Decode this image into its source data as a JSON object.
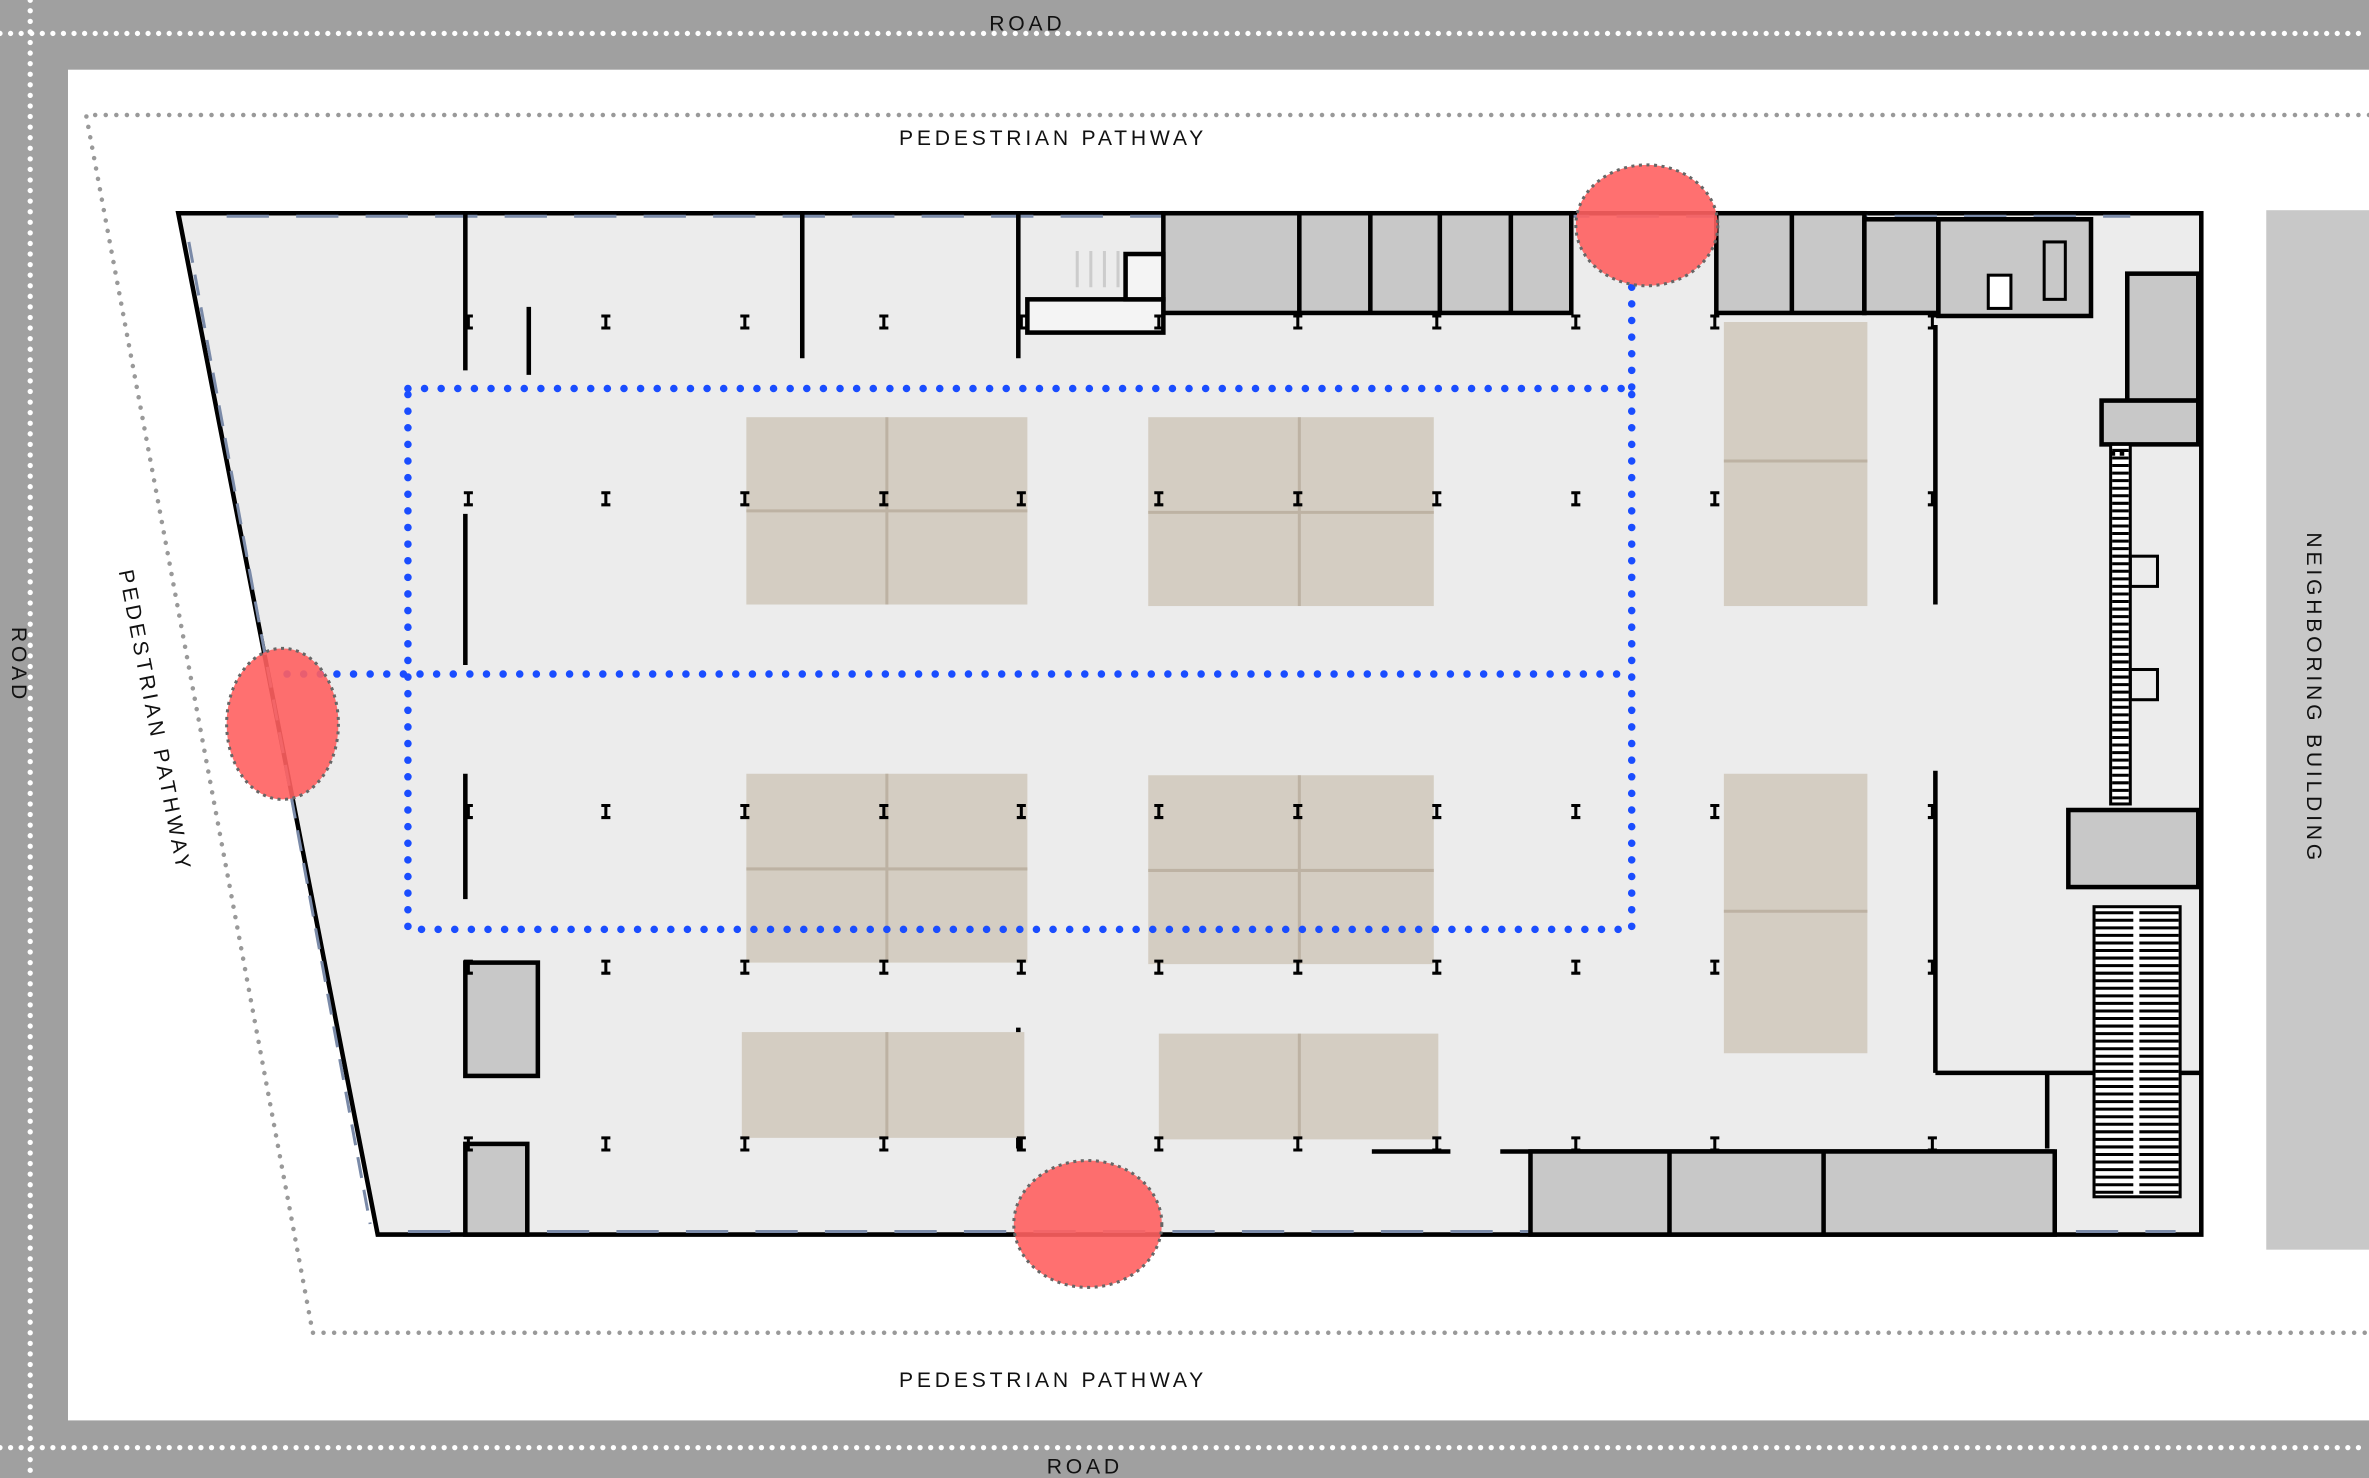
{
  "labels": {
    "road_top": "ROAD",
    "road_left": "ROAD",
    "road_bottom": "ROAD",
    "pathway_top": "PEDESTRIAN PATHWAY",
    "pathway_left": "PEDESTRIAN PATHWAY",
    "pathway_bottom": "PEDESTRIAN PATHWAY",
    "neighbor": "NEIGHBORING BUILDING"
  },
  "colors": {
    "road": "#a0a0a0",
    "floor": "#ececec",
    "room": "#c8c8c8",
    "display_area": "#d4cdc2",
    "circulation_path": "#1a4dff",
    "entrance_highlight": "#ff6161",
    "neighbor_building": "#c8c8c8"
  },
  "entrances": [
    "north-entrance",
    "west-entrance",
    "south-entrance"
  ]
}
